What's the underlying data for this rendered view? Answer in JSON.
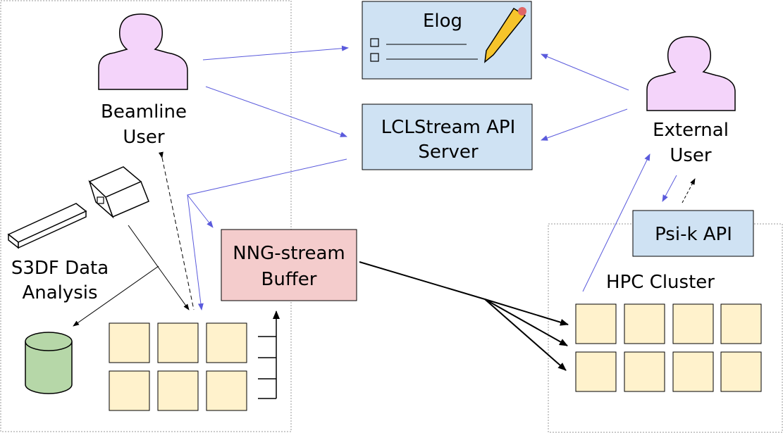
{
  "labels": {
    "elog": "Elog",
    "api_server_line1": "LCLStream API",
    "api_server_line2": "Server",
    "beamline_user_line1": "Beamline",
    "beamline_user_line2": "User",
    "external_user_line1": "External",
    "external_user_line2": "User",
    "nng_line1": "NNG-stream",
    "nng_line2": "Buffer",
    "psik": "Psi-k API",
    "hpc": "HPC Cluster",
    "s3df_line1": "S3DF Data",
    "s3df_line2": "Analysis"
  },
  "colors": {
    "service_box": "#cfe2f3",
    "buffer_box": "#f4cccc",
    "compute_node": "#fff2cc",
    "user_figure": "#f4d4fa",
    "database": "#b6d7a8",
    "connector": "#5a5adc",
    "pencil": "#f6c42b"
  },
  "icons": {
    "user": "user-icon",
    "pencil": "pencil-icon",
    "checkbox": "checkbox-icon",
    "database": "database-icon",
    "detector": "detector-icon",
    "beam": "beam-pipe-icon"
  }
}
